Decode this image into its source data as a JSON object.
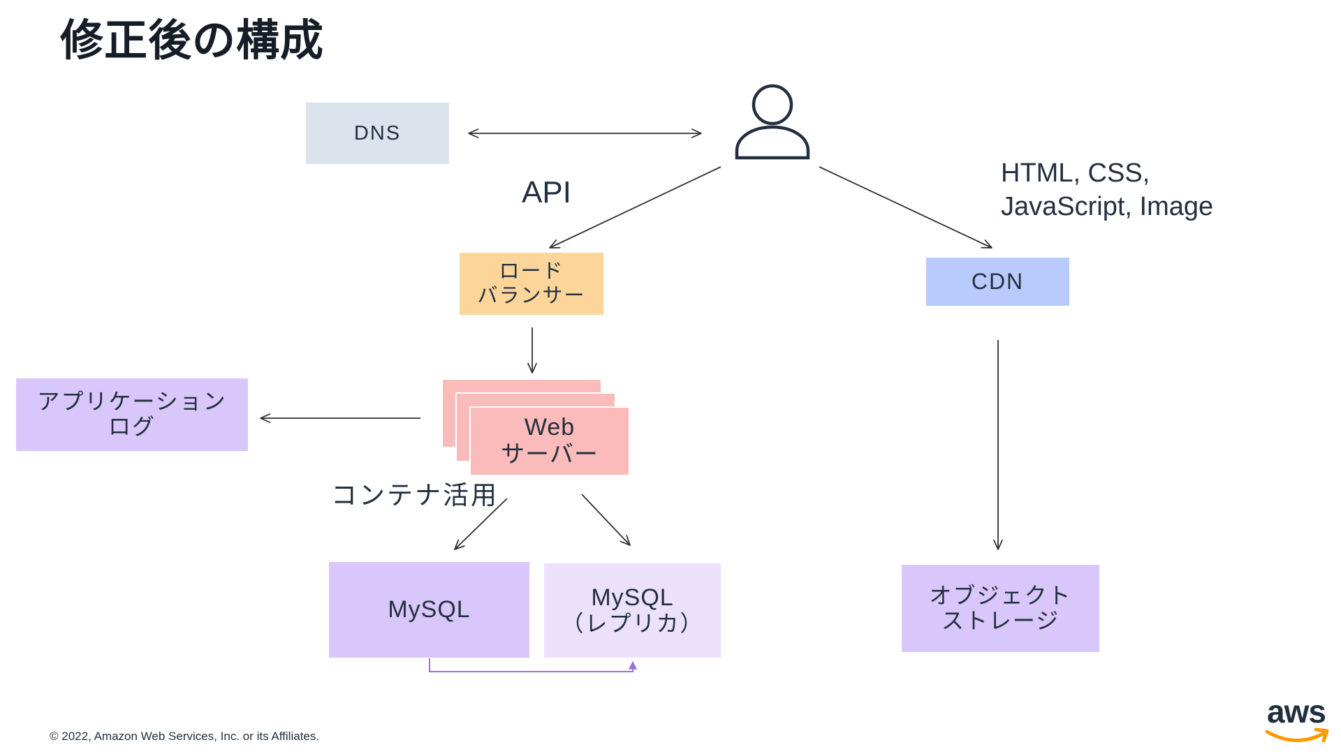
{
  "slide": {
    "title": "修正後の構成"
  },
  "nodes": {
    "dns": {
      "label": "DNS",
      "color": "#dbe3ec"
    },
    "user": {
      "icon": "user-icon"
    },
    "load_balancer": {
      "lines": [
        "ロード",
        "バランサー"
      ],
      "color": "#fcd59b"
    },
    "cdn": {
      "label": "CDN",
      "color": "#b9cbfc"
    },
    "app_log": {
      "lines": [
        "アプリケーション",
        "ログ"
      ],
      "color": "#d9c7fb"
    },
    "web_server": {
      "lines": [
        "Web",
        "サーバー"
      ],
      "color": "#fbbbbb",
      "stacked_copies": 3
    },
    "mysql": {
      "label": "MySQL",
      "color": "#d9c7fb"
    },
    "mysql_replica": {
      "lines": [
        "MySQL",
        "（レプリカ）"
      ],
      "color": "#ebe1fd"
    },
    "object_storage": {
      "lines": [
        "オブジェクト",
        "ストレージ"
      ],
      "color": "#d9c7fb"
    }
  },
  "annotations": {
    "api": "API",
    "static_content": [
      "HTML, CSS,",
      "JavaScript, Image"
    ],
    "containers": "コンテナ活用"
  },
  "footer": {
    "copyright": "© 2022, Amazon Web Services, Inc. or its Affiliates."
  },
  "logo": {
    "text": "aws",
    "icon": "aws-smile-icon",
    "text_color": "#232f3e",
    "smile_color": "#ff9900"
  },
  "colors": {
    "background": "#ffffff",
    "title": "#161d26",
    "text": "#232f3e",
    "arrow": "#2b2f36",
    "replication": "#9c6ee0"
  }
}
